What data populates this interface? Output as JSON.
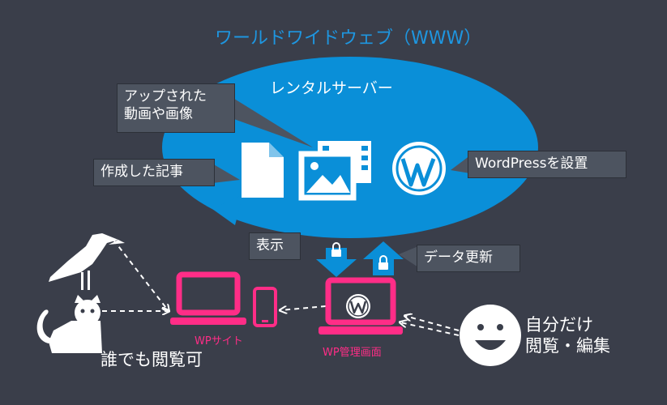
{
  "title": "ワールドワイドウェブ（WWW）",
  "server_label": "レンタルサーバー",
  "callouts": {
    "uploaded_media": "アップされた\n動画や画像",
    "created_article": "作成した記事",
    "wordpress_install": "WordPressを設置",
    "display": "表示",
    "data_update": "データ更新"
  },
  "devices": {
    "wp_site": "WPサイト",
    "wp_admin": "WP管理画面"
  },
  "audience": {
    "anyone": "誰でも閲覧可",
    "self_only": "自分だけ\n閲覧・編集"
  },
  "colors": {
    "background": "#3a3e4a",
    "cloud": "#0a8fd8",
    "accent_pink": "#ff2d87",
    "title_blue": "#1e96e0",
    "callout_box": "#4d5460"
  }
}
